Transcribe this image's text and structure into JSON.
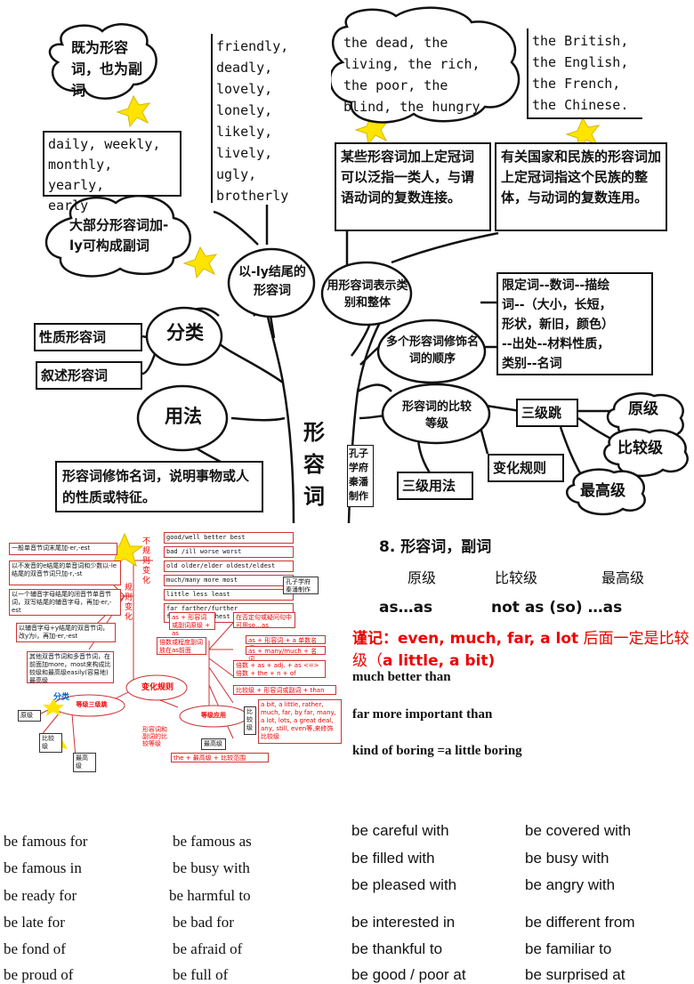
{
  "top_diagram": {
    "bubble_adverb": "既为形容词，也为副词",
    "list_ly": [
      "friendly,",
      "deadly,",
      "lovely,",
      "lonely,",
      "likely,",
      "lively,",
      "ugly,",
      "brotherly"
    ],
    "bubble_the_adj": [
      "the dead, the",
      "living, the rich,",
      "the poor, the",
      "blind, the hungry"
    ],
    "list_nations": [
      "the British,",
      "the English,",
      "the French,",
      "the Chinese."
    ],
    "box_daily": [
      "daily, weekly,",
      "monthly, yearly,",
      "early"
    ],
    "box_plural": "某些形容词加上定冠词可以泛指一类人，与谓语动词的复数连接。",
    "box_nation_rule": "有关国家和民族的形容词加上定冠词指这个民族的整体，与动词的复数连用。",
    "bubble_ly": "大部分形容词加-ly可构成副词",
    "branch_ly_end": "以-ly结尾的形容词",
    "branch_class_whole": "用形容词表示类别和整体",
    "order_box": [
      "限定词--数词--描绘",
      "词--（大小，长短，",
      "形状，新旧，颜色）",
      "--出处--材料性质，",
      "类别--名词"
    ],
    "branch_order": "多个形容词修饰名词的顺序",
    "branch_classify": "分类",
    "label_quality": "性质形容词",
    "label_narrative": "叙述形容词",
    "branch_usage": "用法",
    "trunk": [
      "形",
      "容",
      "词"
    ],
    "branch_compare": "形容词的比较等级",
    "label_three_jump": "三级跳",
    "bubble_positive": "原级",
    "bubble_comparative": "比较级",
    "bubble_superlative": "最高级",
    "box_modify": "形容词修饰名词，说明事物或人的性质或特征。",
    "small_box": [
      "孔子",
      "学府",
      "秦潘",
      "制作"
    ],
    "label_rule": "变化规则",
    "label_three_usage": "三级用法"
  },
  "mini_map": {
    "rule1": "一般单音节词末尾加-er,-est",
    "rule2": "以不发音的e结尾的单音词和少数以-le结尾的双音节词只加-r,-st",
    "rule3": "以一个辅音字母结尾的闭音节单音节词，双写结尾的辅音字母，再加-er,-est",
    "rule4": "以辅音字母+y结尾的双音节词，改y为i，再加-er,-est",
    "rule5": "其他双音节词和多音节词，在前面加more，most来构成比较级和最高级easily(容易地)最高级",
    "irregular_title": "不规则变化",
    "regular_title": "规则变化",
    "irregular_rows": [
      "good/well  better  best",
      "bad /ill  worse  worst",
      "old  older/elder oldest/eldest",
      "much/many  more  most",
      "little  less  least",
      "far farther/further farthest/furthest"
    ],
    "tag": "孔子学府 秦潘制作",
    "branch_rule": "变化规则",
    "classify": "分类",
    "three_jump": "等级三级跳",
    "usage": "等级应用",
    "positive": "原级",
    "comparative": "比较级",
    "superlative": "最高级",
    "compare_note": "形容词和副词的比较等级",
    "u1": "as + 形容词或副词原级 + as",
    "u2": "倍数或程度副词放在as前面",
    "u3": "在否定句或疑问句中可用so…as",
    "u4": "as + 形容词 + a 单数名词",
    "u5": "as + many/much + 名词",
    "u6": "倍数 + as + adj. + as <=> 倍数 + the + n + of",
    "u7": "比较级 + 形容词或副词 + than",
    "u8": "a bit, a little, rather, much, far, by far, many, a lot, lots, a great deal, any, still, even等,来修饰比较级",
    "u9": "the + 最高级 + 比较范围",
    "ranking": "比较级",
    "superlative_label": "最高级"
  },
  "section8": {
    "title": "8. 形容词，副词",
    "headers": [
      "原级",
      "比较级",
      "最高级"
    ],
    "pattern1": "as…as",
    "pattern2": "not as (so) …as",
    "remember_prefix": "谨记：",
    "remember_words": "even,  much,  far,  a lot",
    "remember_mid": " 后面一定是比较级（",
    "remember_tail": "a little, a bit)",
    "ex1": "much better than",
    "ex2": "far more important than",
    "ex3": "kind of boring =a little boring"
  },
  "phrases_left": [
    [
      "be famous for",
      "be famous as"
    ],
    [
      "be famous in",
      "be busy with"
    ],
    [
      "be ready for",
      "be harmful to"
    ],
    [
      "be late for",
      "be bad for"
    ],
    [
      "be fond of",
      "be afraid of"
    ],
    [
      "be proud of",
      "be full of"
    ]
  ],
  "phrases_right": [
    [
      "be careful with",
      "be covered with"
    ],
    [
      "be filled with",
      "be busy with"
    ],
    [
      "be pleased with",
      "be angry with"
    ],
    [
      "be interested in",
      "be different from"
    ],
    [
      "be thankful to",
      "be familiar to"
    ],
    [
      "be good / poor at",
      "be surprised at"
    ]
  ],
  "colors": {
    "accent_red": "#e00000",
    "star_yellow": "#ffe400",
    "mini_red": "#cc2222"
  }
}
